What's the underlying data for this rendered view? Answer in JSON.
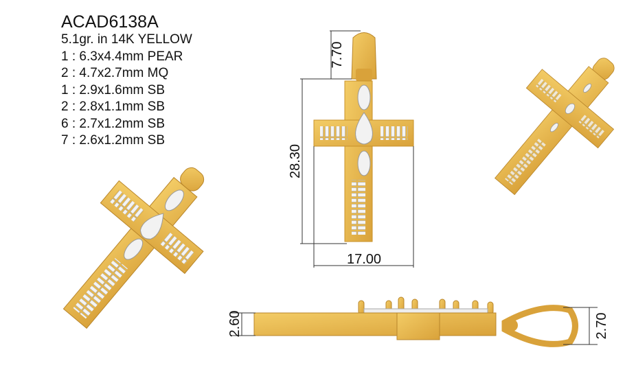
{
  "specs": {
    "code": "ACAD6138A",
    "weight_metal": "5.1gr. in 14K YELLOW",
    "stones": [
      "1 : 6.3x4.4mm PEAR",
      "2 : 4.7x2.7mm MQ",
      "1 : 2.9x1.6mm SB",
      "2 : 2.8x1.1mm SB",
      "6 : 2.7x1.2mm SB",
      "7 : 2.6x1.2mm SB"
    ]
  },
  "dimensions": {
    "bail_height": "7.70",
    "cross_height": "28.30",
    "cross_width": "17.00",
    "thickness": "2.60",
    "bail_thickness": "2.70"
  },
  "colors": {
    "gold": "#E9B84A",
    "gold_dark": "#C8922A",
    "stone": "#F2F2F2"
  }
}
